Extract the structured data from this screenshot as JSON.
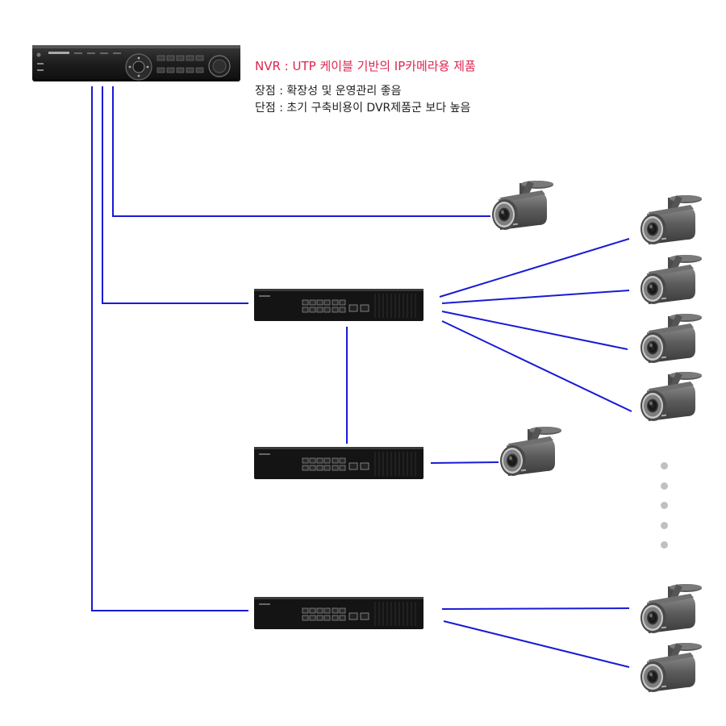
{
  "title": "NVR : UTP 케이블 기반의 IP카메라용 제품",
  "pros": "장점 : 확장성 및 운영관리 좋음",
  "cons": "단점 : 초기 구축비용이 DVR제품군 보다 높음",
  "colors": {
    "title": "#e0234f",
    "cable": "#1a1ad6",
    "device": "#151515",
    "camera_body": "#5f5f5f",
    "ellipsis_dot": "#c0c0c0"
  },
  "nodes": [
    {
      "id": "nvr",
      "type": "nvr",
      "icon": "nvr-recorder-icon"
    },
    {
      "id": "switch-1",
      "type": "poe-switch",
      "icon": "network-switch-icon"
    },
    {
      "id": "switch-2",
      "type": "poe-switch",
      "icon": "network-switch-icon"
    },
    {
      "id": "switch-3",
      "type": "poe-switch",
      "icon": "network-switch-icon"
    },
    {
      "id": "camera-nvr-direct",
      "type": "ip-camera",
      "icon": "bullet-camera-icon"
    },
    {
      "id": "camera-s1-1",
      "type": "ip-camera",
      "icon": "bullet-camera-icon"
    },
    {
      "id": "camera-s1-2",
      "type": "ip-camera",
      "icon": "bullet-camera-icon"
    },
    {
      "id": "camera-s1-3",
      "type": "ip-camera",
      "icon": "bullet-camera-icon"
    },
    {
      "id": "camera-s1-4",
      "type": "ip-camera",
      "icon": "bullet-camera-icon"
    },
    {
      "id": "camera-s2-1",
      "type": "ip-camera",
      "icon": "bullet-camera-icon"
    },
    {
      "id": "camera-s3-1",
      "type": "ip-camera",
      "icon": "bullet-camera-icon"
    },
    {
      "id": "camera-s3-2",
      "type": "ip-camera",
      "icon": "bullet-camera-icon"
    }
  ],
  "edges": [
    {
      "from": "nvr",
      "to": "camera-nvr-direct"
    },
    {
      "from": "nvr",
      "to": "switch-1"
    },
    {
      "from": "nvr",
      "to": "switch-3"
    },
    {
      "from": "switch-1",
      "to": "switch-2"
    },
    {
      "from": "switch-1",
      "to": "camera-s1-1"
    },
    {
      "from": "switch-1",
      "to": "camera-s1-2"
    },
    {
      "from": "switch-1",
      "to": "camera-s1-3"
    },
    {
      "from": "switch-1",
      "to": "camera-s1-4"
    },
    {
      "from": "switch-2",
      "to": "camera-s2-1"
    },
    {
      "from": "switch-3",
      "to": "camera-s3-1"
    },
    {
      "from": "switch-3",
      "to": "camera-s3-2"
    }
  ],
  "more_indicator": {
    "dot_count": 5,
    "icon": "ellipsis-dots-icon"
  }
}
